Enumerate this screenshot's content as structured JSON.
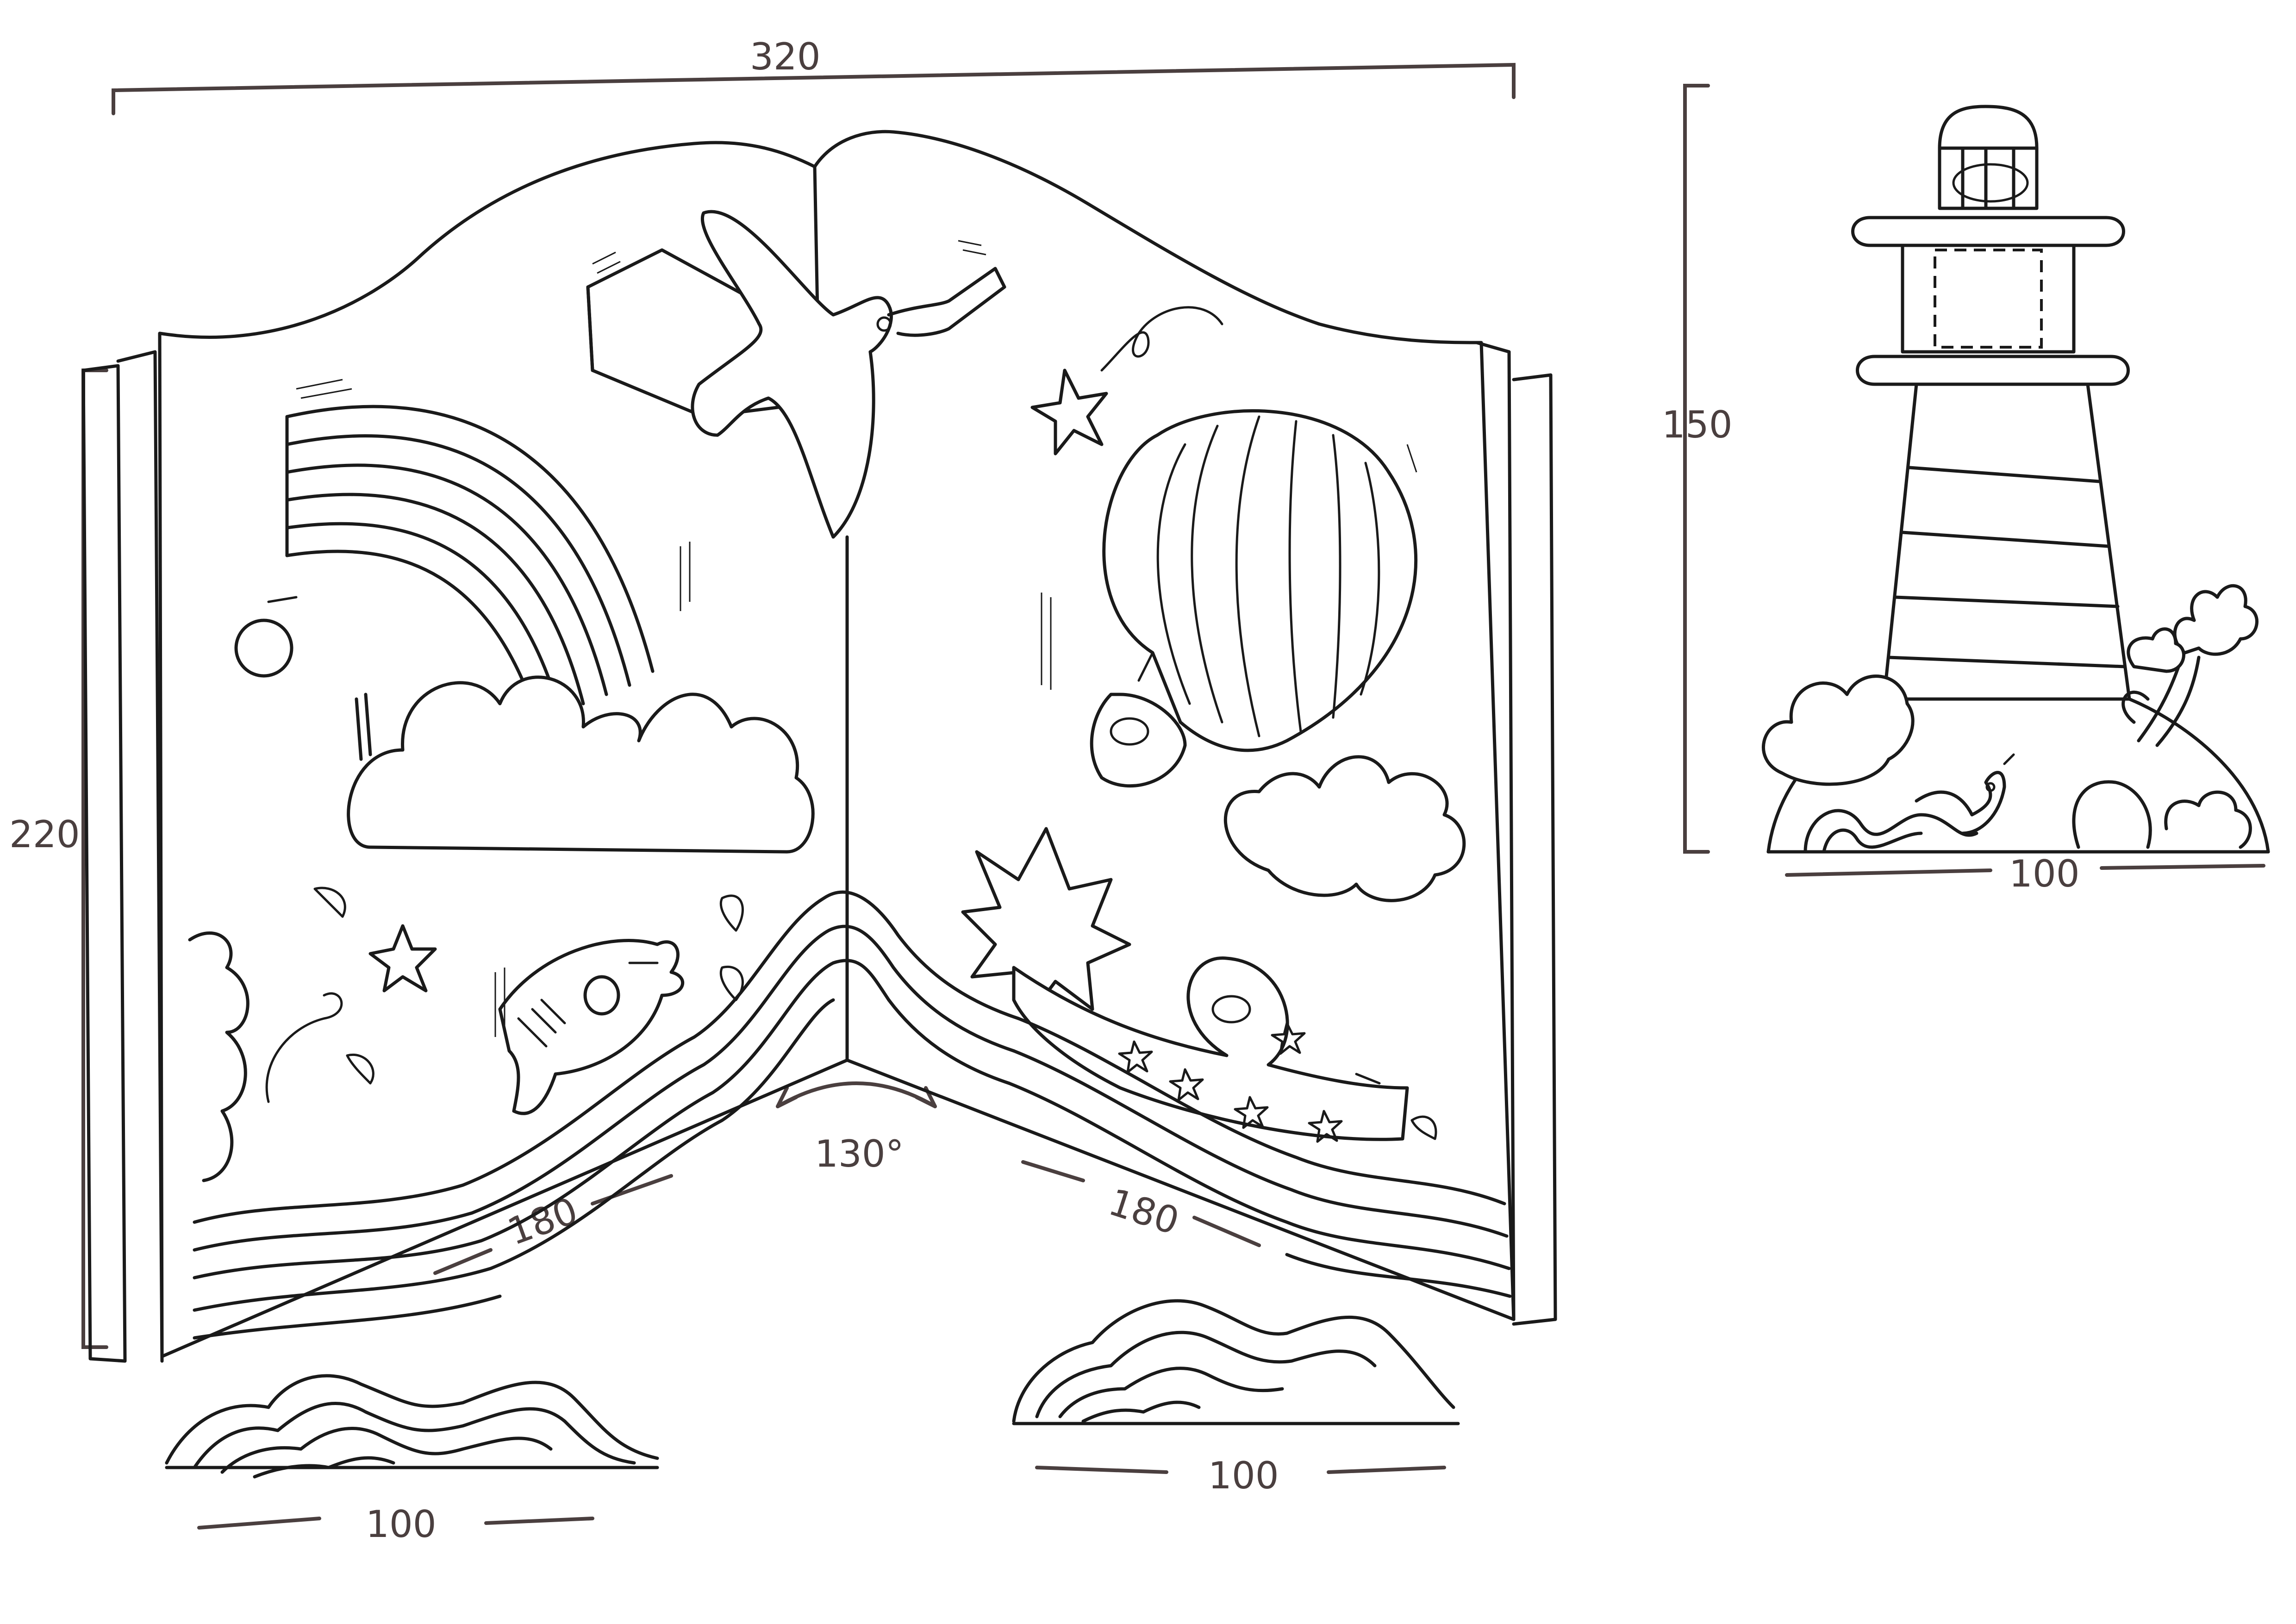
{
  "colors": {
    "ink": "#1a1a1a",
    "dimension": "#4a3f3f",
    "paper": "#ffffff"
  },
  "book": {
    "width_label": "320",
    "height_label": "220",
    "left_panel_label": "180",
    "right_panel_label": "180",
    "angle_label": "130°",
    "motifs": [
      "rainbow",
      "cloud",
      "sun",
      "bird",
      "hot-air-balloon",
      "star",
      "fish",
      "waves",
      "streamer",
      "explosion"
    ]
  },
  "wave_pieces": [
    {
      "width_label": "100"
    },
    {
      "width_label": "100"
    }
  ],
  "lighthouse": {
    "height_label": "150",
    "width_label": "100",
    "motifs": [
      "lighthouse",
      "bush",
      "palm-tree",
      "snake",
      "rock"
    ]
  }
}
